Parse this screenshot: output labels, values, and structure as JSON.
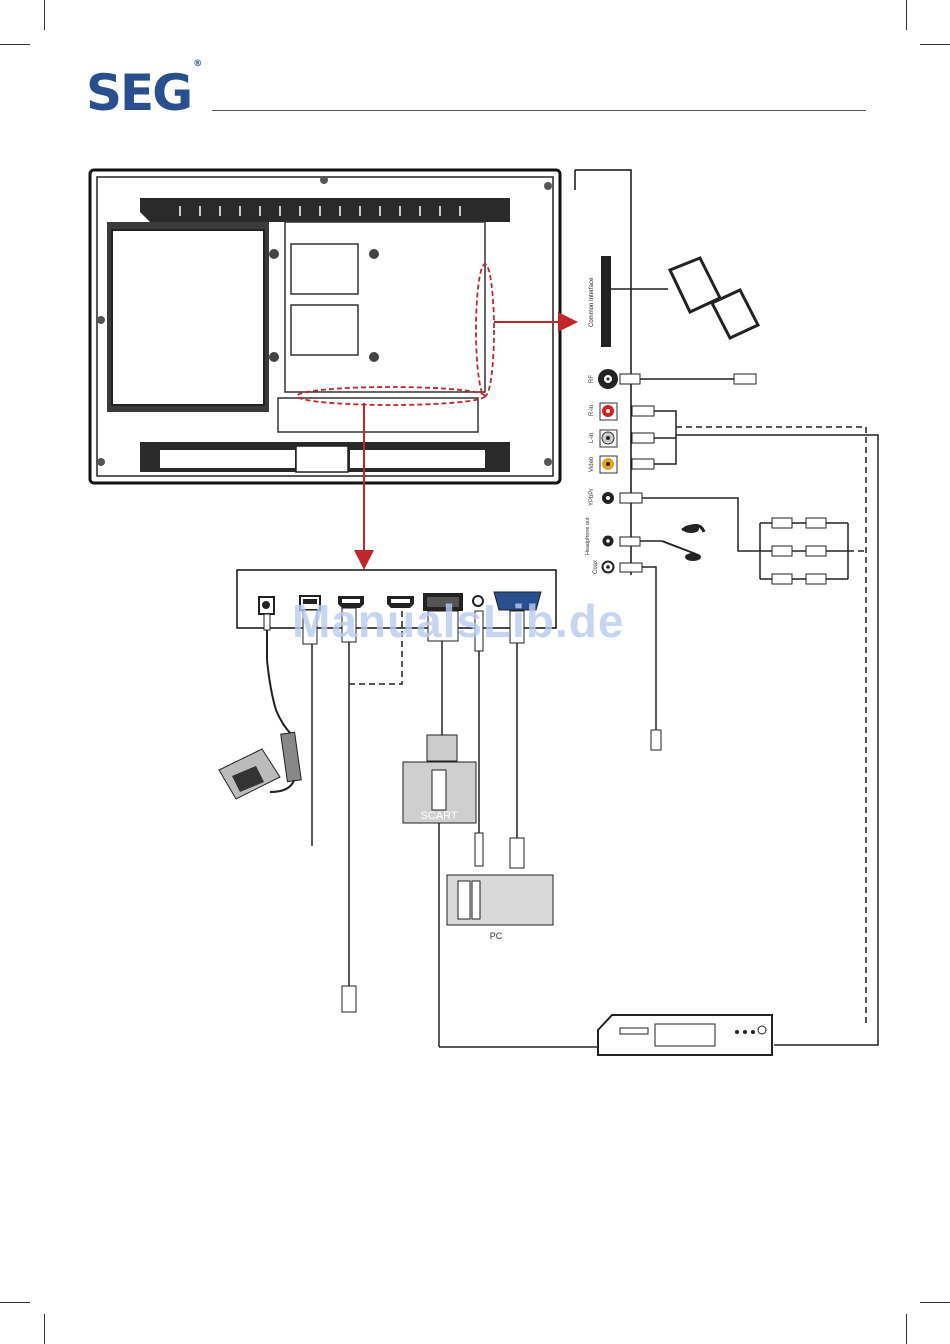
{
  "brand": {
    "name": "SEG",
    "registered": "®"
  },
  "side_panel": {
    "ci_label": "Common Interface",
    "ports": [
      {
        "id": "rf",
        "label": "RF",
        "color": "#222222"
      },
      {
        "id": "r_in",
        "label": "R-in",
        "color": "#d02020"
      },
      {
        "id": "l_in",
        "label": "L-in",
        "color": "#e6e6e6"
      },
      {
        "id": "video",
        "label": "Video",
        "color": "#e5a21a"
      },
      {
        "id": "ypbpr",
        "label": "YPbPr",
        "color": "#222222"
      },
      {
        "id": "headphone",
        "label": "Headphone out",
        "color": "#222222"
      },
      {
        "id": "coax",
        "label": "Coax",
        "color": "#222222"
      }
    ]
  },
  "devices": {
    "scart_label": "SCART",
    "pc_label": "PC"
  },
  "watermark": "ManualsLib.de"
}
